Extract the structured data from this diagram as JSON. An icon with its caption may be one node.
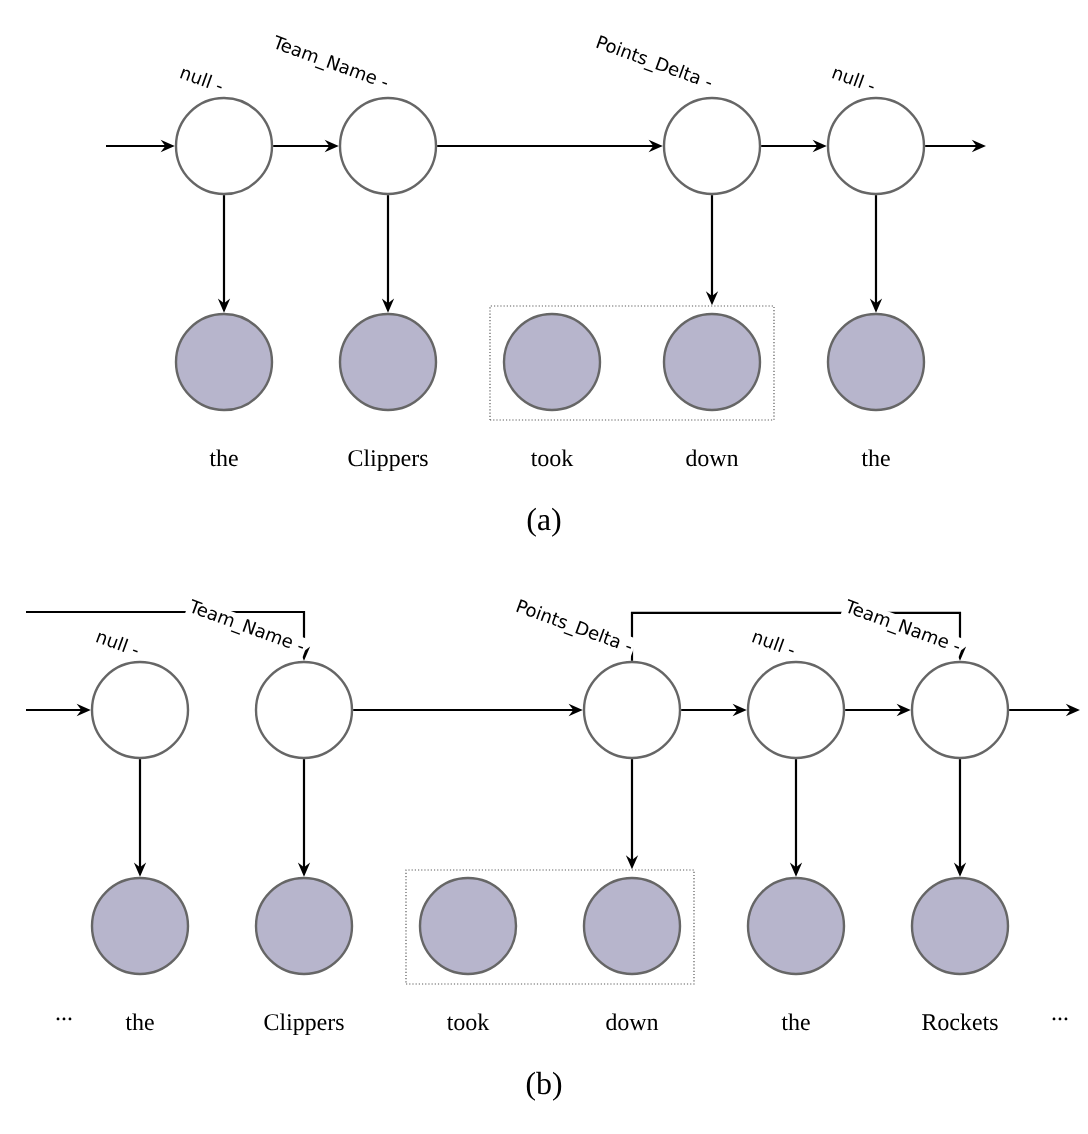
{
  "diagram": {
    "nodes": [
      {
        "text": [],
        "shape": "circle",
        "beside": [
          "null -"
        ]
      },
      {
        "text": [],
        "shape": "circle",
        "beside": [
          "Team_Name -"
        ]
      },
      {
        "text": [],
        "shape": "circle",
        "beside": [
          "Points_Delta -"
        ]
      },
      {
        "text": [],
        "shape": "circle",
        "beside": [
          "null -"
        ]
      },
      {
        "text": [],
        "shape": "circle",
        "beside": [
          "the"
        ]
      },
      {
        "text": [],
        "shape": "circle",
        "beside": [
          "Clippers"
        ]
      },
      {
        "text": [],
        "shape": "box"
      },
      {
        "text": [],
        "shape": "circle",
        "beside": [
          "took"
        ],
        "in": 6
      },
      {
        "text": [],
        "shape": "circle",
        "beside": [
          "down"
        ],
        "in": 6
      },
      {
        "text": [],
        "shape": "circle",
        "beside": [
          "the"
        ]
      },
      {
        "text": [],
        "shape": "circle",
        "beside": [
          "null -"
        ]
      },
      {
        "text": [],
        "shape": "circle",
        "beside": [
          "Team_Name -"
        ]
      },
      {
        "text": [],
        "shape": "circle",
        "beside": [
          "Points_Delta -"
        ]
      },
      {
        "text": [],
        "shape": "circle",
        "beside": [
          "null -"
        ]
      },
      {
        "text": [],
        "shape": "circle",
        "beside": [
          "Team_Name -"
        ]
      },
      {
        "text": [],
        "shape": "circle",
        "beside": [
          "the"
        ]
      },
      {
        "text": [],
        "shape": "circle",
        "beside": [
          "Clippers"
        ]
      },
      {
        "text": [],
        "shape": "box"
      },
      {
        "text": [],
        "shape": "circle",
        "beside": [
          "took"
        ],
        "in": 17
      },
      {
        "text": [],
        "shape": "circle",
        "beside": [
          "down"
        ],
        "in": 17
      },
      {
        "text": [],
        "shape": "circle",
        "beside": [
          "the"
        ]
      },
      {
        "text": [],
        "shape": "circle",
        "beside": [
          "Rockets"
        ]
      }
    ],
    "edges": [
      {
        "from": null,
        "to": 0,
        "arrow": "to"
      },
      {
        "from": 0,
        "to": 1,
        "arrow": "to"
      },
      {
        "from": 1,
        "to": 2,
        "arrow": "to"
      },
      {
        "from": 2,
        "to": 3,
        "arrow": "to"
      },
      {
        "from": 3,
        "to": null,
        "arrow": "to"
      },
      {
        "from": 0,
        "to": 4,
        "arrow": "to"
      },
      {
        "from": 1,
        "to": 5,
        "arrow": "to"
      },
      {
        "from": 2,
        "to": 6,
        "arrow": "to"
      },
      {
        "from": 3,
        "to": 9,
        "arrow": "to"
      },
      {
        "from": null,
        "to": 10,
        "arrow": "to"
      },
      {
        "from": null,
        "to": 11,
        "arrow": "to"
      },
      {
        "from": 11,
        "to": 12,
        "arrow": "to"
      },
      {
        "from": 12,
        "to": 13,
        "arrow": "to"
      },
      {
        "from": 13,
        "to": 14,
        "arrow": "to"
      },
      {
        "from": 14,
        "to": null,
        "arrow": "to"
      },
      {
        "from": 12,
        "to": 14,
        "arrow": "to"
      },
      {
        "from": 10,
        "to": 15,
        "arrow": "to"
      },
      {
        "from": 11,
        "to": 16,
        "arrow": "to"
      },
      {
        "from": 12,
        "to": 17,
        "arrow": "to"
      },
      {
        "from": 13,
        "to": 20,
        "arrow": "to"
      },
      {
        "from": 14,
        "to": 21,
        "arrow": "to"
      }
    ],
    "labels": [
      "(a)",
      "...",
      "...",
      "(b)"
    ]
  }
}
